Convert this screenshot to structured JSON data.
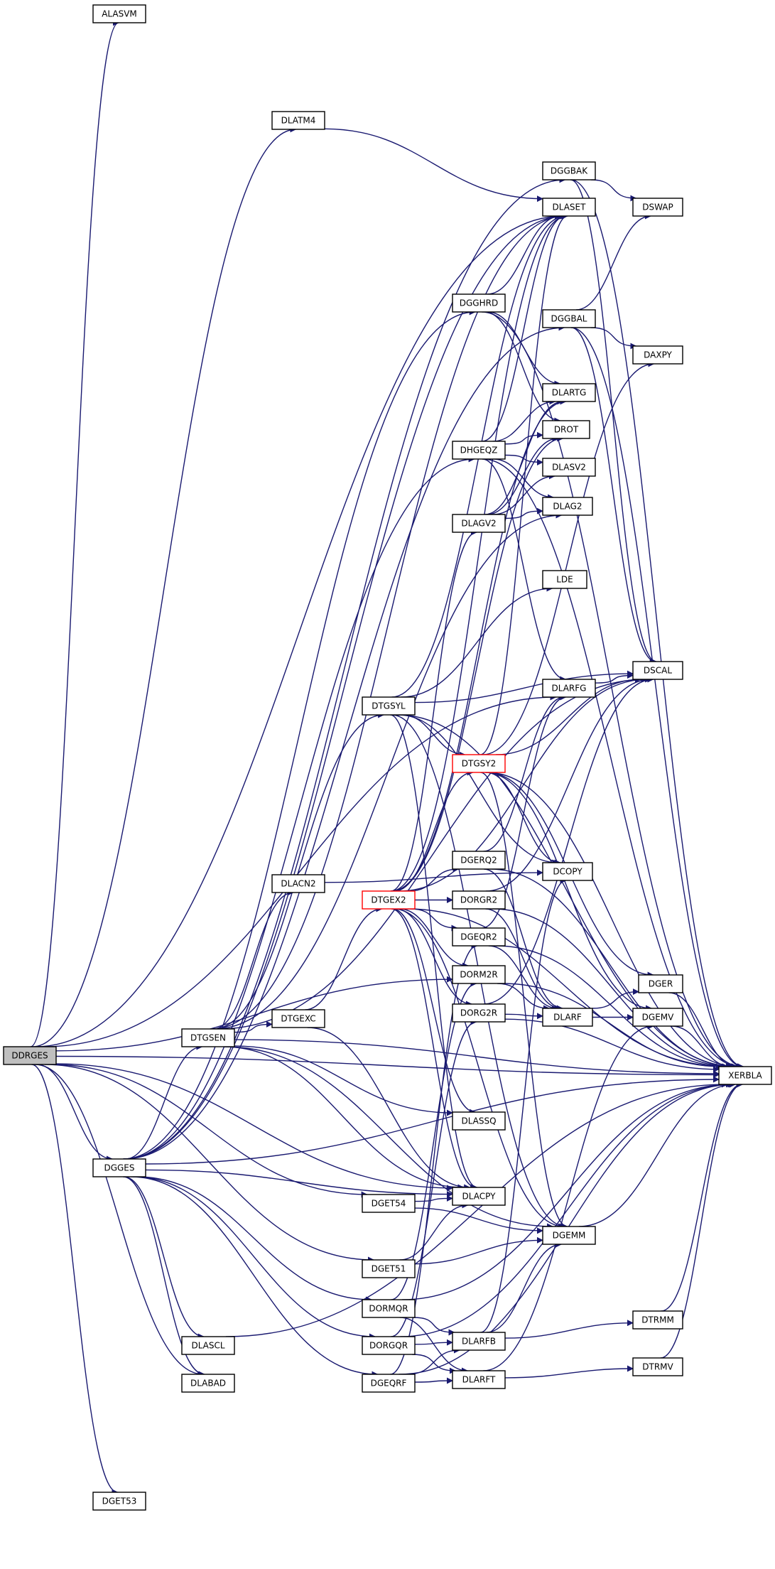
{
  "graph": {
    "nodes": [
      {
        "id": "DDRGES",
        "label": "DDRGES",
        "style": "root"
      },
      {
        "id": "ALASVM",
        "label": "ALASVM"
      },
      {
        "id": "DLATM4",
        "label": "DLATM4"
      },
      {
        "id": "DGGBAK",
        "label": "DGGBAK"
      },
      {
        "id": "DLASET",
        "label": "DLASET"
      },
      {
        "id": "DSWAP",
        "label": "DSWAP"
      },
      {
        "id": "DGGHRD",
        "label": "DGGHRD"
      },
      {
        "id": "DGGBAL",
        "label": "DGGBAL"
      },
      {
        "id": "DAXPY",
        "label": "DAXPY"
      },
      {
        "id": "DLARTG",
        "label": "DLARTG"
      },
      {
        "id": "DROT",
        "label": "DROT"
      },
      {
        "id": "DHGEQZ",
        "label": "DHGEQZ"
      },
      {
        "id": "DLASV2",
        "label": "DLASV2"
      },
      {
        "id": "DLAG2",
        "label": "DLAG2"
      },
      {
        "id": "DLAGV2",
        "label": "DLAGV2"
      },
      {
        "id": "LDE",
        "label": "LDE"
      },
      {
        "id": "DSCAL",
        "label": "DSCAL"
      },
      {
        "id": "DLARFG",
        "label": "DLARFG"
      },
      {
        "id": "DTGSYL",
        "label": "DTGSYL"
      },
      {
        "id": "DTGSY2",
        "label": "DTGSY2",
        "style": "highlight"
      },
      {
        "id": "DGERQ2",
        "label": "DGERQ2"
      },
      {
        "id": "DLACN2",
        "label": "DLACN2"
      },
      {
        "id": "DCOPY",
        "label": "DCOPY"
      },
      {
        "id": "DTGEX2",
        "label": "DTGEX2",
        "style": "highlight"
      },
      {
        "id": "DORGR2",
        "label": "DORGR2"
      },
      {
        "id": "DGEQR2",
        "label": "DGEQR2"
      },
      {
        "id": "DORM2R",
        "label": "DORM2R"
      },
      {
        "id": "DGER",
        "label": "DGER"
      },
      {
        "id": "DTGEXC",
        "label": "DTGEXC"
      },
      {
        "id": "DORG2R",
        "label": "DORG2R"
      },
      {
        "id": "DLARF",
        "label": "DLARF"
      },
      {
        "id": "DGEMV",
        "label": "DGEMV"
      },
      {
        "id": "DTGSEN",
        "label": "DTGSEN"
      },
      {
        "id": "XERBLA",
        "label": "XERBLA"
      },
      {
        "id": "DLASSQ",
        "label": "DLASSQ"
      },
      {
        "id": "DGGES",
        "label": "DGGES"
      },
      {
        "id": "DGET54",
        "label": "DGET54"
      },
      {
        "id": "DLACPY",
        "label": "DLACPY"
      },
      {
        "id": "DGEMM",
        "label": "DGEMM"
      },
      {
        "id": "DGET51",
        "label": "DGET51"
      },
      {
        "id": "DORMQR",
        "label": "DORMQR"
      },
      {
        "id": "DORGQR",
        "label": "DORGQR"
      },
      {
        "id": "DLARFB",
        "label": "DLARFB"
      },
      {
        "id": "DTRMM",
        "label": "DTRMM"
      },
      {
        "id": "DLASCL",
        "label": "DLASCL"
      },
      {
        "id": "DLABAD",
        "label": "DLABAD"
      },
      {
        "id": "DGEQRF",
        "label": "DGEQRF"
      },
      {
        "id": "DLARFT",
        "label": "DLARFT"
      },
      {
        "id": "DTRMV",
        "label": "DTRMV"
      },
      {
        "id": "DGET53",
        "label": "DGET53"
      }
    ],
    "edges": [
      [
        "DDRGES",
        "ALASVM"
      ],
      [
        "DDRGES",
        "XERBLA"
      ],
      [
        "DDRGES",
        "DLATM4"
      ],
      [
        "DDRGES",
        "DLASET"
      ],
      [
        "DDRGES",
        "DLARFG"
      ],
      [
        "DDRGES",
        "DORM2R"
      ],
      [
        "DDRGES",
        "DGGES"
      ],
      [
        "DDRGES",
        "DLACPY"
      ],
      [
        "DDRGES",
        "DGET54"
      ],
      [
        "DDRGES",
        "DGET51"
      ],
      [
        "DDRGES",
        "DLABAD"
      ],
      [
        "DDRGES",
        "DGET53"
      ],
      [
        "DLATM4",
        "DLASET"
      ],
      [
        "DGGES",
        "DGGBAK"
      ],
      [
        "DGGES",
        "DLASET"
      ],
      [
        "DGGES",
        "DGGHRD"
      ],
      [
        "DGGES",
        "DGGBAL"
      ],
      [
        "DGGES",
        "DHGEQZ"
      ],
      [
        "DGGES",
        "DTGSEN"
      ],
      [
        "DGGES",
        "XERBLA"
      ],
      [
        "DGGES",
        "DLACPY"
      ],
      [
        "DGGES",
        "DORMQR"
      ],
      [
        "DGGES",
        "DORGQR"
      ],
      [
        "DGGES",
        "DGEQRF"
      ],
      [
        "DGGES",
        "DLASCL"
      ],
      [
        "DGGES",
        "DLABAD"
      ],
      [
        "DGGBAK",
        "DSWAP"
      ],
      [
        "DGGBAK",
        "DSCAL"
      ],
      [
        "DGGBAK",
        "XERBLA"
      ],
      [
        "DGGHRD",
        "DLASET"
      ],
      [
        "DGGHRD",
        "DLARTG"
      ],
      [
        "DGGHRD",
        "DROT"
      ],
      [
        "DGGHRD",
        "XERBLA"
      ],
      [
        "DGGBAL",
        "DSWAP"
      ],
      [
        "DGGBAL",
        "DAXPY"
      ],
      [
        "DGGBAL",
        "DSCAL"
      ],
      [
        "DGGBAL",
        "XERBLA"
      ],
      [
        "DHGEQZ",
        "DLASET"
      ],
      [
        "DHGEQZ",
        "DLARTG"
      ],
      [
        "DHGEQZ",
        "DROT"
      ],
      [
        "DHGEQZ",
        "DLASV2"
      ],
      [
        "DHGEQZ",
        "DLAG2"
      ],
      [
        "DHGEQZ",
        "DLARFG"
      ],
      [
        "DHGEQZ",
        "XERBLA"
      ],
      [
        "DLAGV2",
        "DLARTG"
      ],
      [
        "DLAGV2",
        "DROT"
      ],
      [
        "DLAGV2",
        "DLASV2"
      ],
      [
        "DLAGV2",
        "DLAG2"
      ],
      [
        "DLARFG",
        "DSCAL"
      ],
      [
        "DTGSEN",
        "DTGSYL"
      ],
      [
        "DTGSEN",
        "DLACN2"
      ],
      [
        "DTGSEN",
        "DTGEXC"
      ],
      [
        "DTGSEN",
        "DLASSQ"
      ],
      [
        "DTGSEN",
        "DLACPY"
      ],
      [
        "DTGSEN",
        "XERBLA"
      ],
      [
        "DTGSEN",
        "DLASET"
      ],
      [
        "DTGSEN",
        "DSCAL"
      ],
      [
        "DTGSEN",
        "DLAG2"
      ],
      [
        "DTGSEN",
        "DGEMM"
      ],
      [
        "DTGSYL",
        "DLASET"
      ],
      [
        "DTGSYL",
        "DTGSY2"
      ],
      [
        "DTGSYL",
        "LDE"
      ],
      [
        "DTGSYL",
        "DSCAL"
      ],
      [
        "DTGSYL",
        "DGEMM"
      ],
      [
        "DTGSYL",
        "DCOPY"
      ],
      [
        "DTGSYL",
        "XERBLA"
      ],
      [
        "DTGSYL",
        "DLACPY"
      ],
      [
        "DTGSY2",
        "DAXPY"
      ],
      [
        "DTGSY2",
        "DLASET"
      ],
      [
        "DTGSY2",
        "DGER"
      ],
      [
        "DTGSY2",
        "DGEMV"
      ],
      [
        "DTGSY2",
        "DCOPY"
      ],
      [
        "DTGSY2",
        "DSCAL"
      ],
      [
        "DTGSY2",
        "XERBLA"
      ],
      [
        "DTGSY2",
        "DGEMM"
      ],
      [
        "DLACN2",
        "DCOPY"
      ],
      [
        "DTGEXC",
        "DTGEX2"
      ],
      [
        "DTGEXC",
        "DLACPY"
      ],
      [
        "DTGEX2",
        "DTGSY2"
      ],
      [
        "DTGEX2",
        "DGERQ2"
      ],
      [
        "DTGEX2",
        "DORGR2"
      ],
      [
        "DTGEX2",
        "DGEQR2"
      ],
      [
        "DTGEX2",
        "DORM2R"
      ],
      [
        "DTGEX2",
        "DORG2R"
      ],
      [
        "DTGEX2",
        "DLASSQ"
      ],
      [
        "DTGEX2",
        "DLACPY"
      ],
      [
        "DTGEX2",
        "DGEMM"
      ],
      [
        "DTGEX2",
        "DLAGV2"
      ],
      [
        "DTGEX2",
        "DLARTG"
      ],
      [
        "DTGEX2",
        "DROT"
      ],
      [
        "DTGEX2",
        "DLASET"
      ],
      [
        "DTGEX2",
        "DSCAL"
      ],
      [
        "DTGEX2",
        "XERBLA"
      ],
      [
        "DGERQ2",
        "DLARFG"
      ],
      [
        "DGERQ2",
        "DLARF"
      ],
      [
        "DGERQ2",
        "XERBLA"
      ],
      [
        "DORGR2",
        "DLARF"
      ],
      [
        "DORGR2",
        "DSCAL"
      ],
      [
        "DORGR2",
        "XERBLA"
      ],
      [
        "DGEQR2",
        "DLARFG"
      ],
      [
        "DGEQR2",
        "DLARF"
      ],
      [
        "DGEQR2",
        "XERBLA"
      ],
      [
        "DORM2R",
        "DLARF"
      ],
      [
        "DORM2R",
        "XERBLA"
      ],
      [
        "DORG2R",
        "DLARF"
      ],
      [
        "DORG2R",
        "DSCAL"
      ],
      [
        "DORG2R",
        "XERBLA"
      ],
      [
        "DLARF",
        "DGER"
      ],
      [
        "DLARF",
        "DGEMV"
      ],
      [
        "DGER",
        "XERBLA"
      ],
      [
        "DGEMV",
        "XERBLA"
      ],
      [
        "DGET54",
        "DLACPY"
      ],
      [
        "DGET54",
        "DGEMM"
      ],
      [
        "DGET51",
        "DLACPY"
      ],
      [
        "DGET51",
        "DGEMM"
      ],
      [
        "DGEMM",
        "XERBLA"
      ],
      [
        "DORMQR",
        "DLARFB"
      ],
      [
        "DORMQR",
        "DLARFT"
      ],
      [
        "DORMQR",
        "DORM2R"
      ],
      [
        "DORMQR",
        "XERBLA"
      ],
      [
        "DORGQR",
        "DLARFB"
      ],
      [
        "DORGQR",
        "DLARFT"
      ],
      [
        "DORGQR",
        "DORG2R"
      ],
      [
        "DORGQR",
        "XERBLA"
      ],
      [
        "DGEQRF",
        "DLARFB"
      ],
      [
        "DGEQRF",
        "DLARFT"
      ],
      [
        "DGEQRF",
        "DGEQR2"
      ],
      [
        "DGEQRF",
        "XERBLA"
      ],
      [
        "DLARFB",
        "DTRMM"
      ],
      [
        "DLARFB",
        "DGEMM"
      ],
      [
        "DLARFB",
        "DCOPY"
      ],
      [
        "DLARFT",
        "DTRMV"
      ],
      [
        "DLARFT",
        "DGEMV"
      ],
      [
        "DTRMM",
        "XERBLA"
      ],
      [
        "DTRMV",
        "XERBLA"
      ],
      [
        "DLASCL",
        "XERBLA"
      ]
    ]
  }
}
